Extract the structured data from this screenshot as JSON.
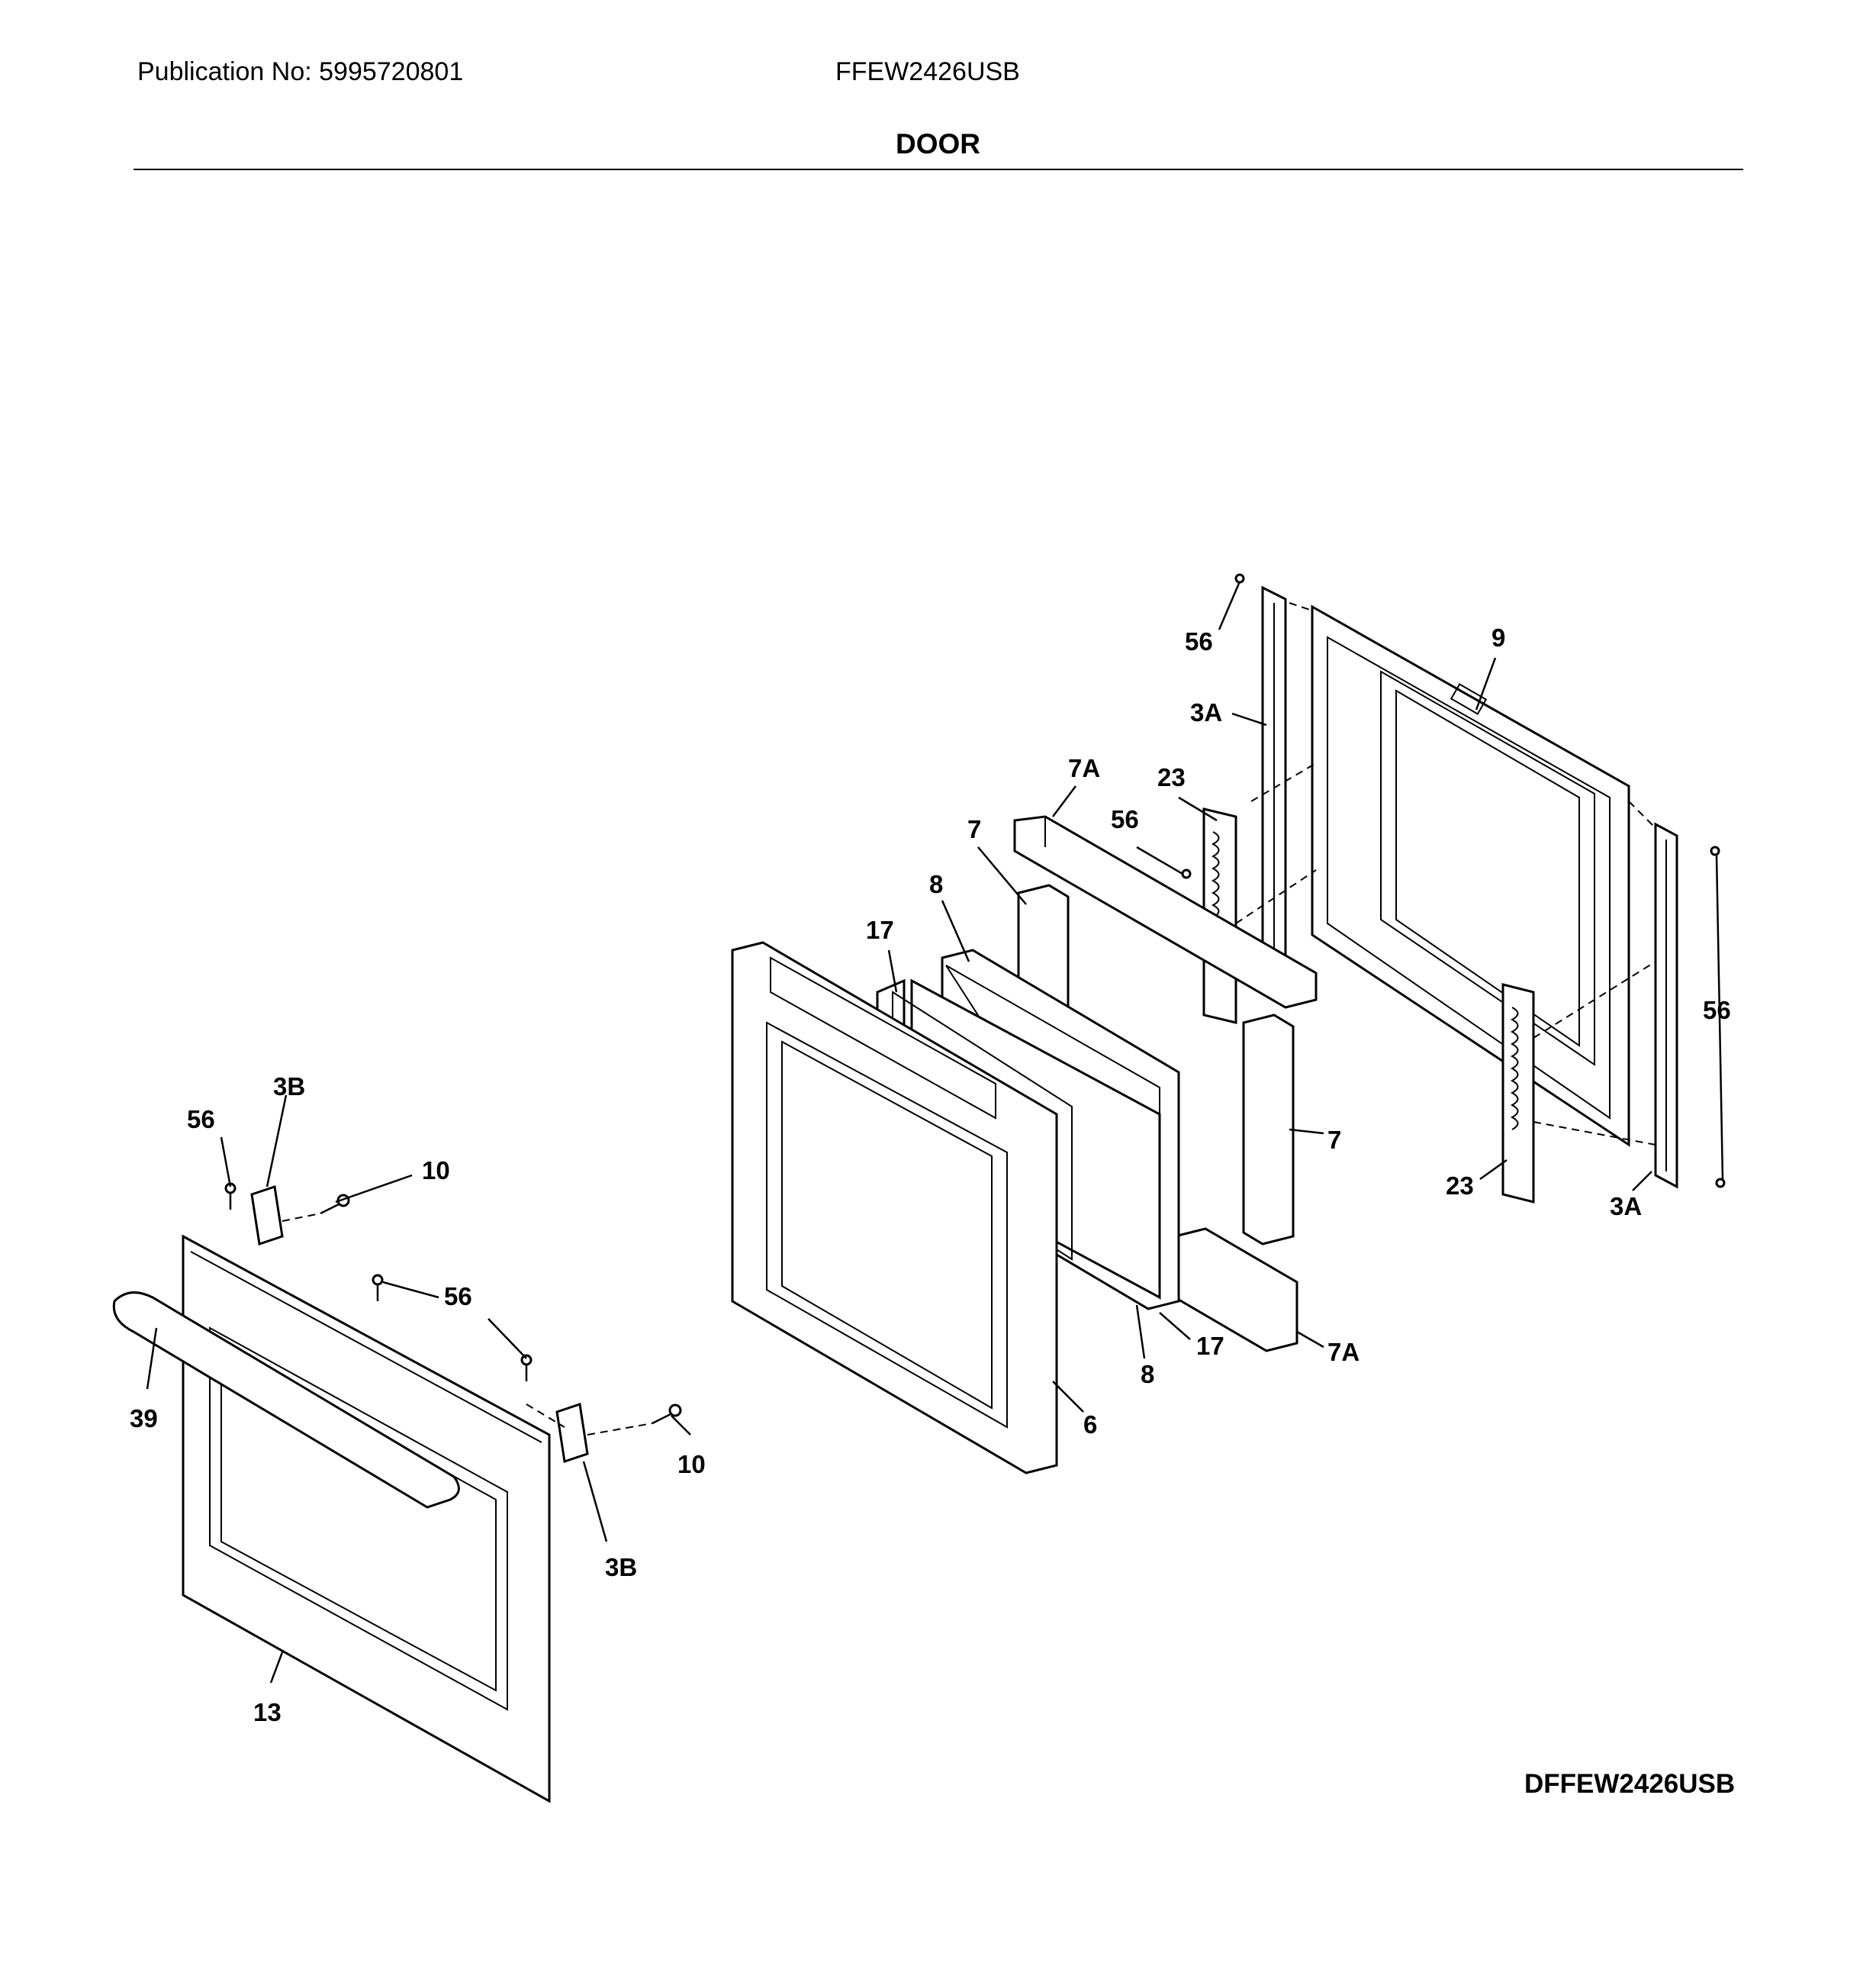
{
  "header": {
    "publication": "Publication No: 5995720801",
    "model": "FFEW2426USB",
    "section_title": "DOOR"
  },
  "footer": {
    "diagram_code": "DFFEW2426USB"
  },
  "callouts": {
    "c56_top": "56",
    "c9": "9",
    "c3A_top": "3A",
    "c7A_top": "7A",
    "c23_top": "23",
    "c56_mid": "56",
    "c7_top": "7",
    "c8_top": "8",
    "c17_top": "17",
    "c56_right": "56",
    "c7_right": "7",
    "c23_bottom": "23",
    "c3A_bottom": "3A",
    "c17_bottom": "17",
    "c7A_bottom": "7A",
    "c8_bottom": "8",
    "c6": "6",
    "c56_left": "56",
    "c3B_top": "3B",
    "c10_top": "10",
    "c56_front": "56",
    "c39": "39",
    "c10_bottom": "10",
    "c3B_bottom": "3B",
    "c13": "13"
  }
}
